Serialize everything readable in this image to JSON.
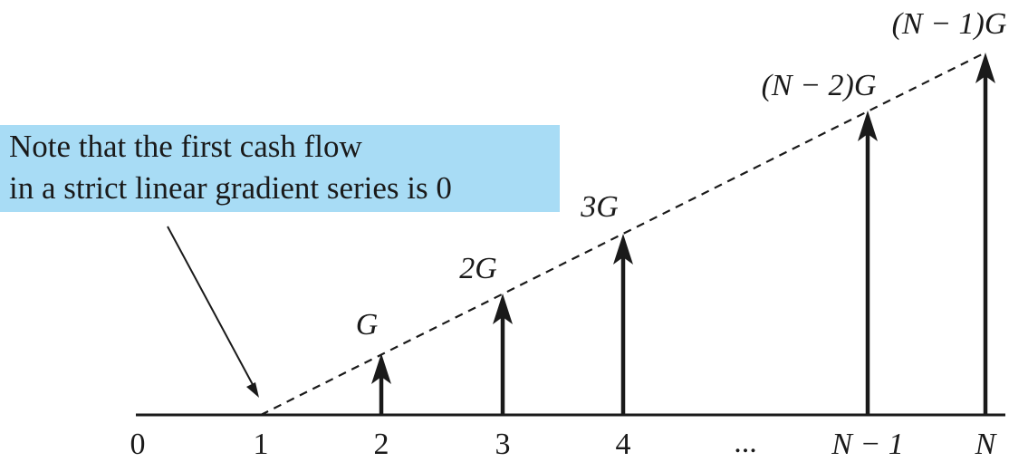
{
  "note": {
    "line1": "Note that the first cash flow",
    "line2": "in a strict linear gradient series is 0"
  },
  "ticks": [
    "0",
    "1",
    "2",
    "3",
    "4",
    "...",
    "N − 1",
    "N"
  ],
  "flow_labels": [
    "G",
    "2G",
    "3G",
    "(N − 2)G",
    "(N − 1)G"
  ],
  "colors": {
    "note_background": "#a8dcf5",
    "ink": "#1a1a1a"
  }
}
